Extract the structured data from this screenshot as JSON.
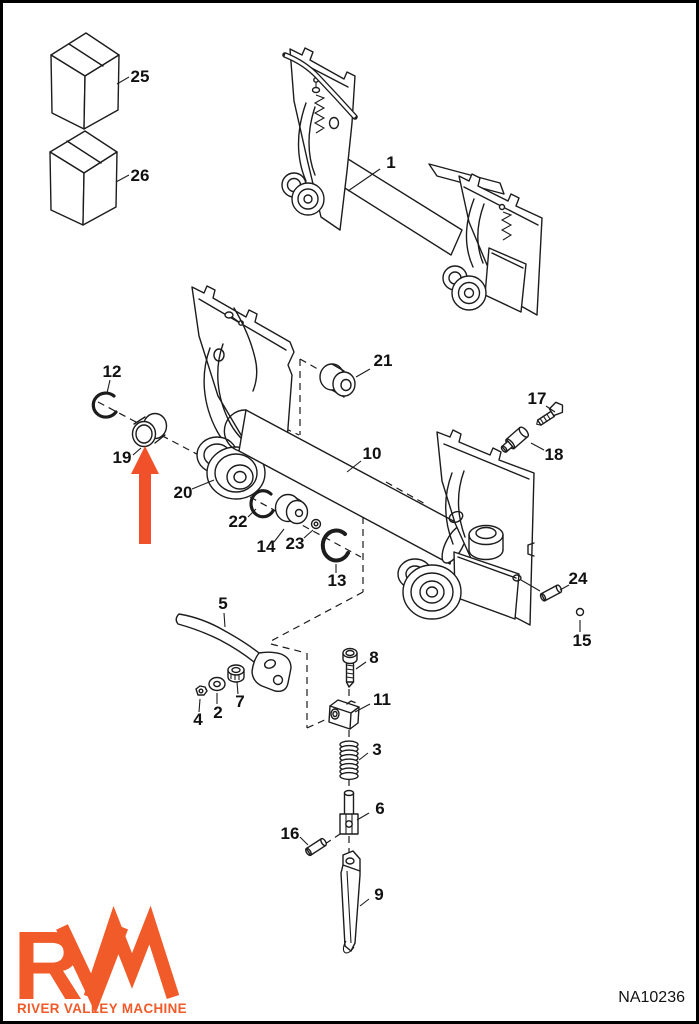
{
  "diagram": {
    "drawing_number": "NA10236",
    "callouts": {
      "1": "1",
      "2": "2",
      "3": "3",
      "4": "4",
      "5": "5",
      "6": "6",
      "7": "7",
      "8": "8",
      "9": "9",
      "10": "10",
      "11": "11",
      "12": "12",
      "13": "13",
      "14": "14",
      "15": "15",
      "16": "16",
      "17": "17",
      "18": "18",
      "19": "19",
      "20": "20",
      "21": "21",
      "22": "22",
      "23": "23",
      "24": "24",
      "25": "25",
      "26": "26"
    },
    "highlight": {
      "shape": "up-arrow",
      "points_to_part": "19"
    }
  },
  "logo": {
    "letters": [
      "R",
      "V",
      "M"
    ],
    "company": "RIVER VALLEY MACHINE"
  },
  "colors": {
    "highlight_arrow": "#f0512a",
    "logo": "#f15a29",
    "line_art": "#1c1c1c",
    "background": "#ffffff"
  }
}
